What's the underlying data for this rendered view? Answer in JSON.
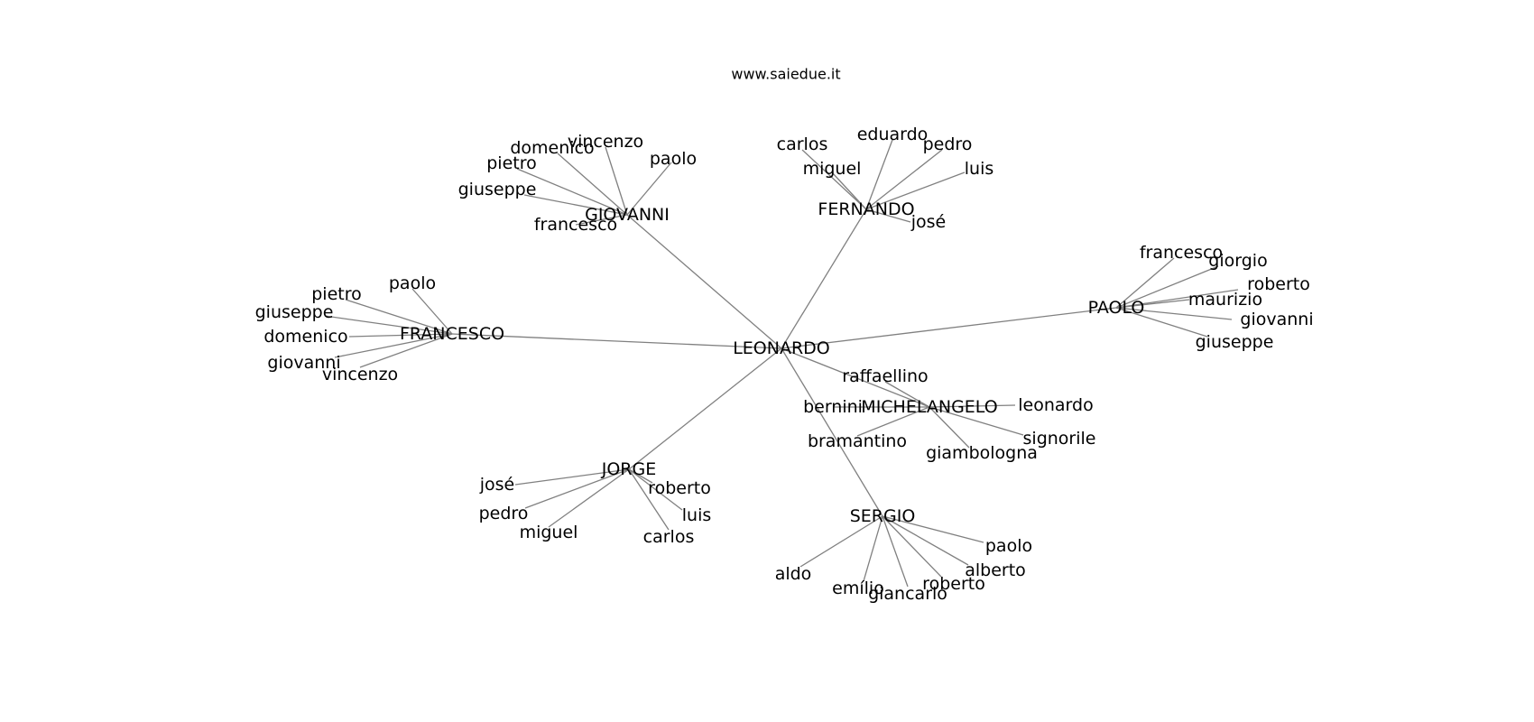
{
  "title": "www.saiedue.it",
  "graph": {
    "root": "LEONARDO",
    "edges": [
      [
        "LEONARDO",
        "GIOVANNI"
      ],
      [
        "LEONARDO",
        "FERNANDO"
      ],
      [
        "LEONARDO",
        "PAOLO"
      ],
      [
        "LEONARDO",
        "FRANCESCO"
      ],
      [
        "LEONARDO",
        "MICHELANGELO"
      ],
      [
        "LEONARDO",
        "JORGE"
      ],
      [
        "LEONARDO",
        "SERGIO"
      ],
      [
        "GIOVANNI",
        "giovanni.vincenzo"
      ],
      [
        "GIOVANNI",
        "giovanni.domenico"
      ],
      [
        "GIOVANNI",
        "giovanni.pietro"
      ],
      [
        "GIOVANNI",
        "giovanni.paolo"
      ],
      [
        "GIOVANNI",
        "giovanni.giuseppe"
      ],
      [
        "GIOVANNI",
        "giovanni.francesco"
      ],
      [
        "FERNANDO",
        "fernando.carlos"
      ],
      [
        "FERNANDO",
        "fernando.eduardo"
      ],
      [
        "FERNANDO",
        "fernando.pedro"
      ],
      [
        "FERNANDO",
        "fernando.miguel"
      ],
      [
        "FERNANDO",
        "fernando.luis"
      ],
      [
        "FERNANDO",
        "fernando.jose"
      ],
      [
        "PAOLO",
        "paolo.francesco"
      ],
      [
        "PAOLO",
        "paolo.giorgio"
      ],
      [
        "PAOLO",
        "paolo.roberto"
      ],
      [
        "PAOLO",
        "paolo.maurizio"
      ],
      [
        "PAOLO",
        "paolo.giovanni"
      ],
      [
        "PAOLO",
        "paolo.giuseppe"
      ],
      [
        "FRANCESCO",
        "francesco.paolo"
      ],
      [
        "FRANCESCO",
        "francesco.pietro"
      ],
      [
        "FRANCESCO",
        "francesco.giuseppe"
      ],
      [
        "FRANCESCO",
        "francesco.domenico"
      ],
      [
        "FRANCESCO",
        "francesco.giovanni"
      ],
      [
        "FRANCESCO",
        "francesco.vincenzo"
      ],
      [
        "MICHELANGELO",
        "michelangelo.raffaellino"
      ],
      [
        "MICHELANGELO",
        "michelangelo.bernini"
      ],
      [
        "MICHELANGELO",
        "michelangelo.leonardo"
      ],
      [
        "MICHELANGELO",
        "michelangelo.bramantino"
      ],
      [
        "MICHELANGELO",
        "michelangelo.giambologna"
      ],
      [
        "MICHELANGELO",
        "michelangelo.signorile"
      ],
      [
        "JORGE",
        "jorge.jose"
      ],
      [
        "JORGE",
        "jorge.roberto"
      ],
      [
        "JORGE",
        "jorge.pedro"
      ],
      [
        "JORGE",
        "jorge.luis"
      ],
      [
        "JORGE",
        "jorge.miguel"
      ],
      [
        "JORGE",
        "jorge.carlos"
      ],
      [
        "SERGIO",
        "sergio.paolo"
      ],
      [
        "SERGIO",
        "sergio.alberto"
      ],
      [
        "SERGIO",
        "sergio.aldo"
      ],
      [
        "SERGIO",
        "sergio.roberto"
      ],
      [
        "SERGIO",
        "sergio.emilio"
      ],
      [
        "SERGIO",
        "sergio.giancarlo"
      ]
    ],
    "labels": {
      "LEONARDO": "LEONARDO",
      "GIOVANNI": "GIOVANNI",
      "FERNANDO": "FERNANDO",
      "PAOLO": "PAOLO",
      "FRANCESCO": "FRANCESCO",
      "MICHELANGELO": "MICHELANGELO",
      "JORGE": "JORGE",
      "SERGIO": "SERGIO",
      "giovanni.vincenzo": "vincenzo",
      "giovanni.domenico": "domenico",
      "giovanni.pietro": "pietro",
      "giovanni.paolo": "paolo",
      "giovanni.giuseppe": "giuseppe",
      "giovanni.francesco": "francesco",
      "fernando.carlos": "carlos",
      "fernando.eduardo": "eduardo",
      "fernando.pedro": "pedro",
      "fernando.miguel": "miguel",
      "fernando.luis": "luis",
      "fernando.jose": "josé",
      "paolo.francesco": "francesco",
      "paolo.giorgio": "giorgio",
      "paolo.roberto": "roberto",
      "paolo.maurizio": "maurizio",
      "paolo.giovanni": "giovanni",
      "paolo.giuseppe": "giuseppe",
      "francesco.paolo": "paolo",
      "francesco.pietro": "pietro",
      "francesco.giuseppe": "giuseppe",
      "francesco.domenico": "domenico",
      "francesco.giovanni": "giovanni",
      "francesco.vincenzo": "vincenzo",
      "michelangelo.raffaellino": "raffaellino",
      "michelangelo.bernini": "bernini",
      "michelangelo.leonardo": "leonardo",
      "michelangelo.bramantino": "bramantino",
      "michelangelo.giambologna": "giambologna",
      "michelangelo.signorile": "signorile",
      "jorge.jose": "josé",
      "jorge.roberto": "roberto",
      "jorge.pedro": "pedro",
      "jorge.luis": "luis",
      "jorge.miguel": "miguel",
      "jorge.carlos": "carlos",
      "sergio.paolo": "paolo",
      "sergio.alberto": "alberto",
      "sergio.aldo": "aldo",
      "sergio.roberto": "roberto",
      "sergio.emilio": "emílio",
      "sergio.giancarlo": "giancarlo"
    }
  },
  "colors": {
    "edge": "#808080",
    "text": "#000000",
    "background": "#ffffff"
  }
}
